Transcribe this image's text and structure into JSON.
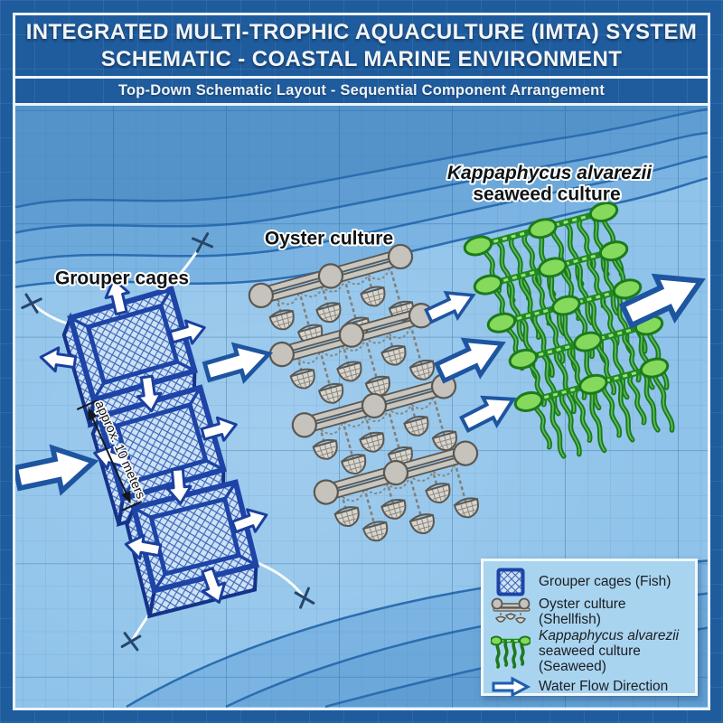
{
  "header": {
    "title_line1": "INTEGRATED MULTI-TROPHIC AQUACULTURE (IMTA) SYSTEM",
    "title_line2": "SCHEMATIC - COASTAL MARINE ENVIRONMENT",
    "subtitle": "Top-Down Schematic Layout - Sequential Component Arrangement"
  },
  "diagram": {
    "labels": {
      "grouper_cages": "Grouper cages",
      "oyster_culture": "Oyster culture",
      "seaweed_species": "Kappaphycus alvarezii",
      "seaweed_line2": "seaweed culture",
      "measurement": "approx. 10 meters"
    }
  },
  "legend": {
    "items": [
      {
        "icon": "grouper-cage-icon",
        "label": "Grouper cages (Fish)"
      },
      {
        "icon": "oyster-line-icon",
        "label": "Oyster culture (Shellfish)"
      },
      {
        "icon": "seaweed-icon",
        "label_italic": "Kappaphycus alvarezii",
        "label": "seaweed culture (Seaweed)"
      },
      {
        "icon": "flow-arrow-icon",
        "label": "Water Flow Direction"
      }
    ]
  },
  "colors": {
    "blueprint_bg": "#1f5c9e",
    "lagoon": "#8fc3ea",
    "wave_line": "#2b6db1",
    "cage_frame": "#1d44a6",
    "oyster_gray": "#c9c6c0",
    "seaweed_green": "#1e7d1e",
    "arrow_fill": "#ffffff",
    "arrow_outline": "#1d5fae"
  }
}
